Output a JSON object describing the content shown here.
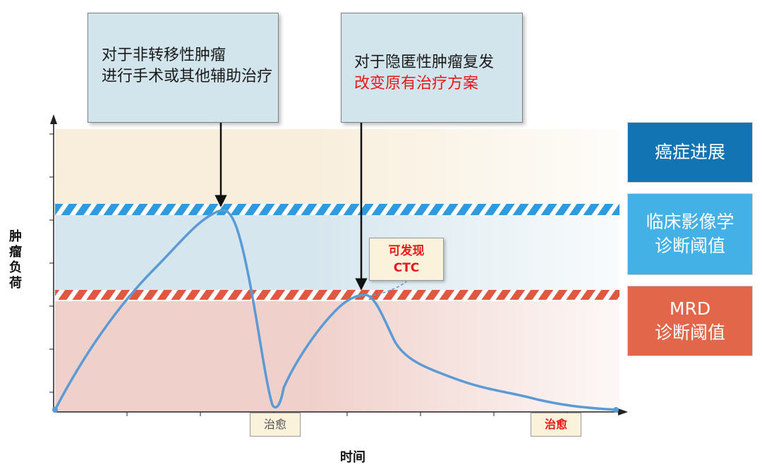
{
  "callouts": {
    "left": {
      "line1": "对于非转移性肿瘤",
      "line2": "进行手术或其他辅助治疗"
    },
    "right": {
      "line1": "对于隐匿性肿瘤复发",
      "line2": "改变原有治疗方案"
    }
  },
  "legend": {
    "progression": "癌症进展",
    "imaging": {
      "line1": "临床影像学",
      "line2": "诊断阈值"
    },
    "mrd": {
      "line1": "MRD",
      "line2": "诊断阈值"
    }
  },
  "ctc_tag": {
    "line1": "可发现",
    "line2": "CTC"
  },
  "cure_labels": {
    "first": "治愈",
    "second": "治愈"
  },
  "axes": {
    "y_label": "肿瘤负荷",
    "x_label": "时间"
  },
  "colors": {
    "progression_band": "#f8eedb",
    "imaging_band": "#d6e6ee",
    "mrd_band": "#f0d0ca",
    "curve": "#5b9bd5",
    "imaging_stripe": "#2e9be0",
    "mrd_stripe": "#e0593f",
    "highlight_red": "#e81818"
  }
}
